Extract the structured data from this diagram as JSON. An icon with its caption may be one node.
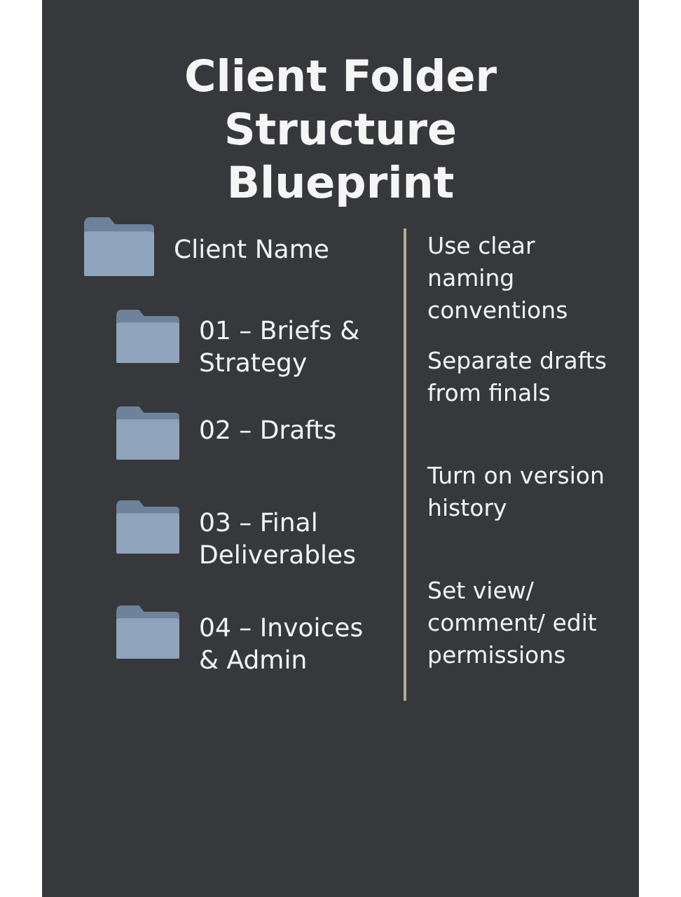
{
  "diagram": {
    "title": "Client Folder Structure Blueprint",
    "labels": [
      "Client Name",
      "01 – Briefs & Strategy",
      "02 – Drafts",
      "03 – Final Deliverables",
      "04 – Invoices & Admin",
      "Use clear naming conventions",
      "Separate drafts from finals",
      "Turn on version history",
      "Set view/ comment/ edit permissions"
    ]
  }
}
